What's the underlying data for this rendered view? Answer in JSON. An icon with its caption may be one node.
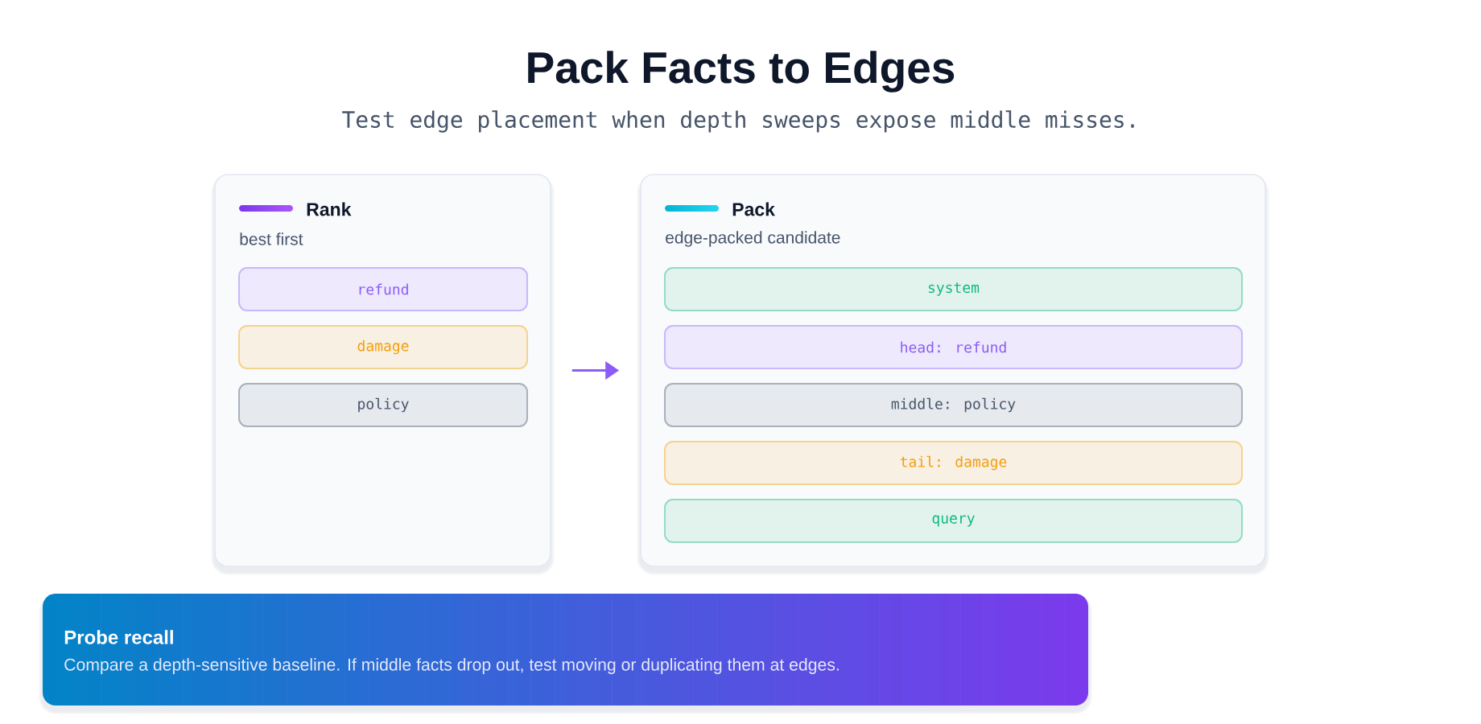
{
  "diagram": {
    "title": "Pack Facts to Edges",
    "nodes": [
      {
        "text": [
          "Rank",
          "best first"
        ]
      },
      {
        "text": [
          "refund"
        ],
        "in": 0
      },
      {
        "text": [
          "damage"
        ],
        "in": 0
      },
      {
        "text": [
          "policy"
        ],
        "in": 0
      },
      {
        "text": [
          "Pack",
          "edge-packed candidate"
        ]
      },
      {
        "text": [
          "system"
        ],
        "in": 4
      },
      {
        "text": [
          "head: refund"
        ],
        "in": 4
      },
      {
        "text": [
          "middle: policy"
        ],
        "in": 4
      },
      {
        "text": [
          "tail: damage"
        ],
        "in": 4
      },
      {
        "text": [
          "query"
        ],
        "in": 4
      },
      {
        "text": [
          "Probe recall",
          "Compare a depth-sensitive baseline. If middle facts drop out, test moving or duplicating them at edges."
        ]
      }
    ],
    "edges": [
      {
        "from": 0,
        "to": 4,
        "arrow": "to",
        "color": "#8b5cf6"
      }
    ],
    "labels": [
      "Test edge placement when depth sweeps expose middle misses."
    ]
  }
}
